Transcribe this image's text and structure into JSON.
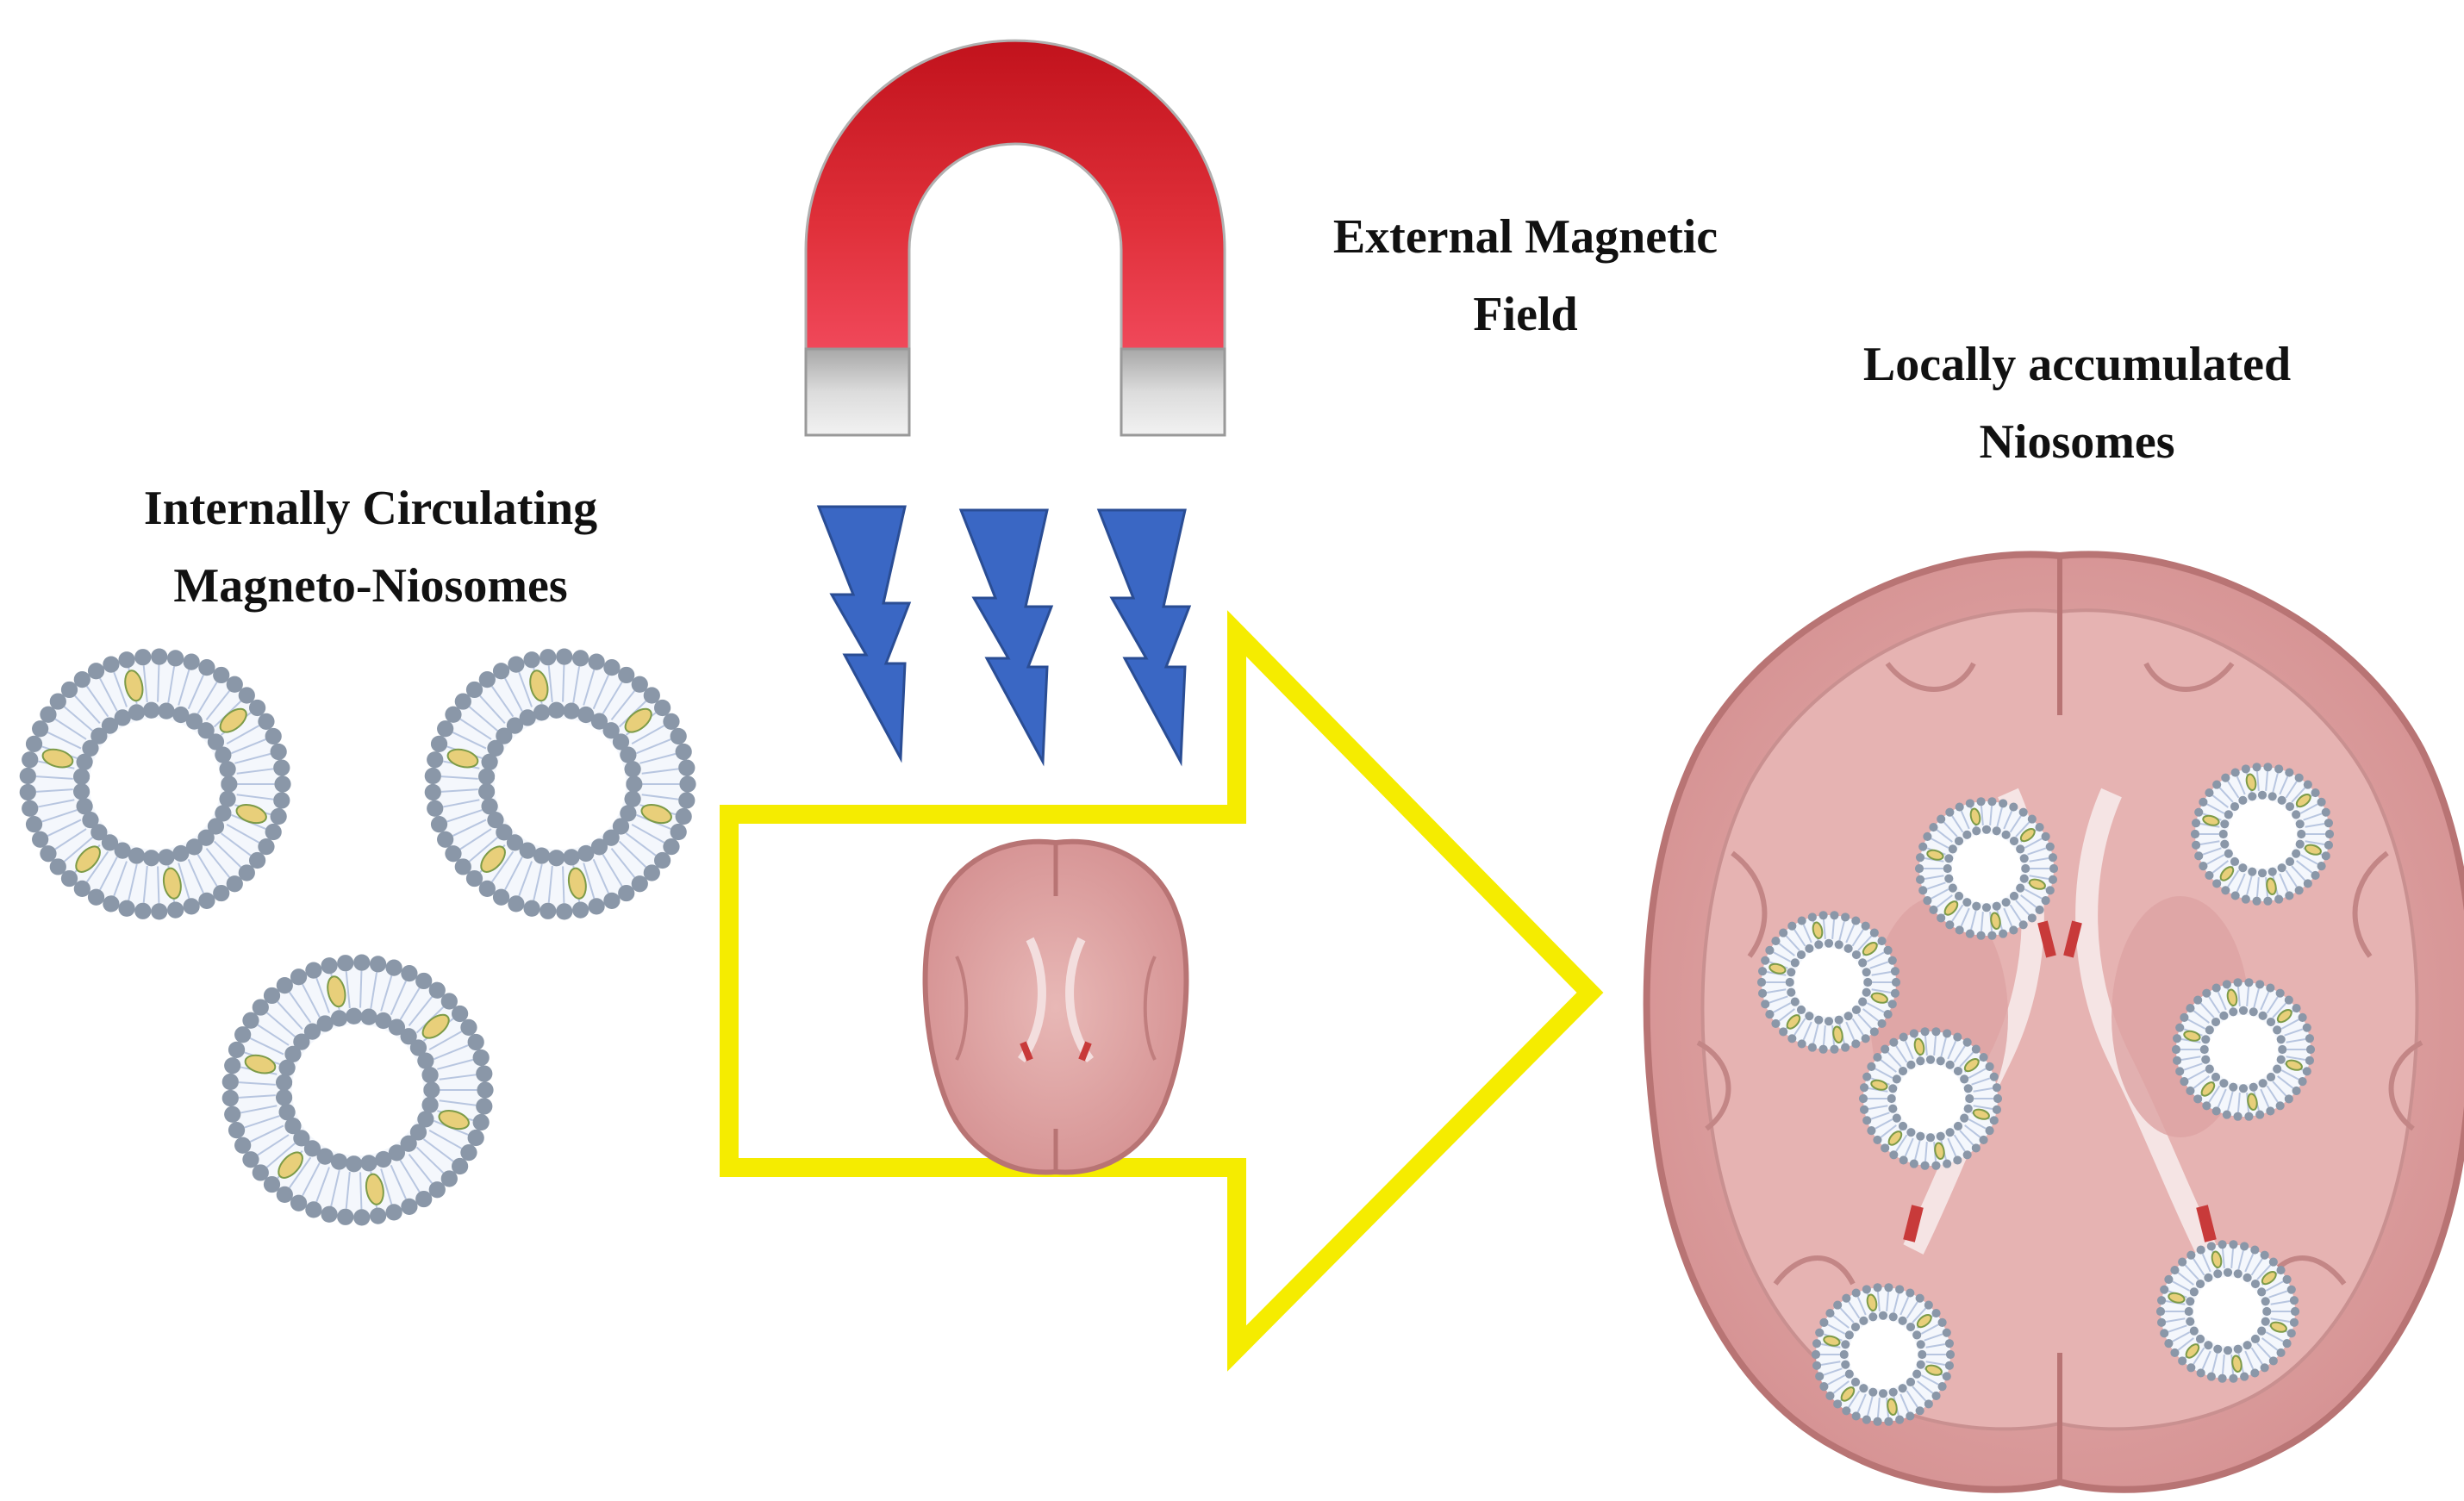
{
  "labels": {
    "circulating": {
      "line1": "Internally Circulating",
      "line2": "Magneto-Niosomes"
    },
    "field": {
      "line1": "External Magnetic",
      "line2": "Field"
    },
    "accumulated": {
      "line1": "Locally accumulated",
      "line2": "Niosomes"
    }
  },
  "icons": {
    "magnet": "horseshoe-magnet-icon",
    "field_lines": "lightning-bolt-icon",
    "arrow": "right-arrow-outline",
    "brain": "brain-axial-section-icon",
    "vesicle": "niosome-vesicle-icon"
  },
  "colors": {
    "magnet_red": "#d4202b",
    "magnet_pole": "#d0d0d0",
    "bolt_blue": "#3a67c4",
    "arrow_yellow": "#f5ec00",
    "brain_pink": "#d99a9a",
    "brain_outline": "#b87474",
    "lipid_head": "#8a97a8",
    "lipid_tail": "#b8c6e0",
    "nanoparticle": "#e8cf7a",
    "nanoparticle_green": "#7d9b48"
  }
}
